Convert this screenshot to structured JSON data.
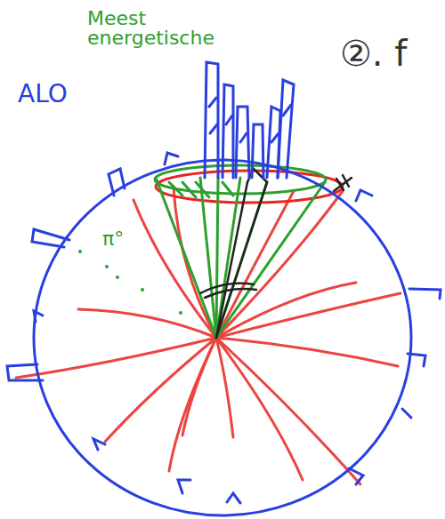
{
  "diagram": {
    "labels": [
      "Meest energetische",
      "ALO",
      "π°",
      "②. f"
    ]
  }
}
